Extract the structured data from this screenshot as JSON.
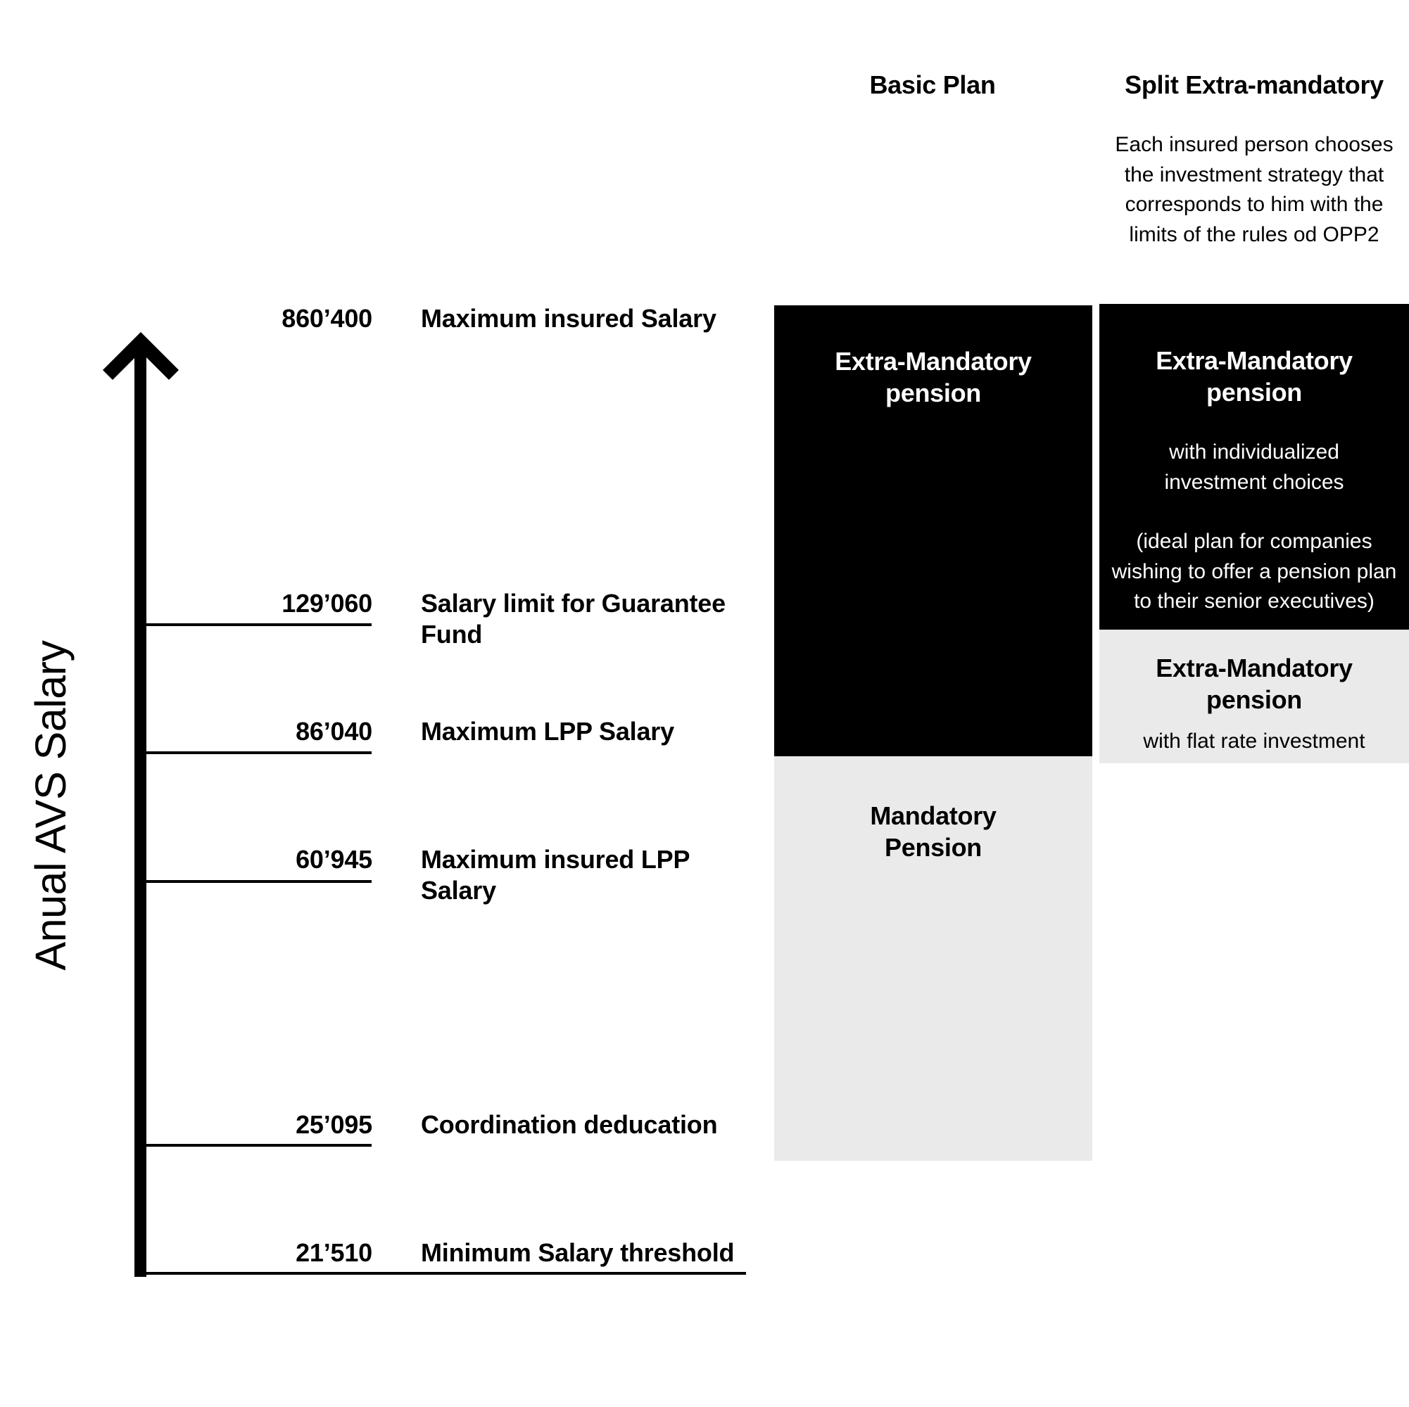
{
  "axis": {
    "title": "Anual AVS Salary",
    "icon": "up-arrow-icon"
  },
  "chart_data": {
    "type": "table",
    "title": "Anual AVS Salary",
    "ylabel": "Anual AVS Salary",
    "thresholds": [
      {
        "value": "860’400",
        "label": "Maximum insured Salary",
        "number": 860400
      },
      {
        "value": "129’060",
        "label": "Salary limit for Guarantee Fund",
        "number": 129060
      },
      {
        "value": "86’040",
        "label": "Maximum LPP Salary",
        "number": 86040
      },
      {
        "value": "60’945",
        "label": "Maximum insured LPP Salary",
        "number": 60945
      },
      {
        "value": "25’095",
        "label": "Coordination deducation",
        "number": 25095
      },
      {
        "value": "21’510",
        "label": "Minimum Salary threshold",
        "number": 21510
      }
    ],
    "columns": [
      {
        "header": "Basic Plan",
        "note": "",
        "segments": [
          {
            "title": "Extra-Mandatory pension",
            "sub1": "",
            "sub2": "",
            "fill": "#000000",
            "text": "#FFFFFF"
          },
          {
            "title": "Mandatory Pension",
            "sub1": "",
            "sub2": "",
            "fill": "#EAEAEA",
            "text": "#000000"
          }
        ]
      },
      {
        "header": "Split Extra-mandatory",
        "note": "Each insured person chooses the investment strategy that corresponds to him with the limits of the rules od OPP2",
        "segments": [
          {
            "title": "Extra-Mandatory pension",
            "sub1": "with individualized investment choices",
            "sub2": "(ideal plan for companies wishing to offer a pension plan to their senior executives)",
            "fill": "#000000",
            "text": "#FFFFFF"
          },
          {
            "title": "Extra-Mandatory pension",
            "sub1": "with flat rate investment",
            "sub2": "",
            "fill": "#EAEAEA",
            "text": "#000000"
          }
        ]
      }
    ]
  },
  "colors": {
    "dark": "#000000",
    "light": "#EAEAEA",
    "background": "#FFFFFF"
  }
}
